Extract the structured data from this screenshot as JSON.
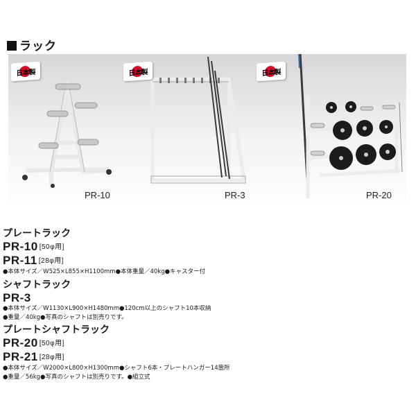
{
  "header": {
    "title": "ラック"
  },
  "flags": {
    "label": "日本製"
  },
  "photos": [
    {
      "model": "PR-10"
    },
    {
      "model": "PR-3"
    },
    {
      "model": "PR-20"
    }
  ],
  "specs": {
    "plate_rack": {
      "category": "プレートラック",
      "models": [
        {
          "code": "PR-10",
          "bore": "[50φ用]"
        },
        {
          "code": "PR-11",
          "bore": "[28φ用]"
        }
      ],
      "lines": [
        "●本体サイズ／W525×L855×H1100mm●本体重量／40kg●キャスター付"
      ]
    },
    "shaft_rack": {
      "category": "シャフトラック",
      "models": [
        {
          "code": "PR-3",
          "bore": ""
        }
      ],
      "lines": [
        "●本体サイズ／W1130×L900×H1480mm●120cm以上のシャフト10本収納",
        "●重量／40kg●写真のシャフトは別売りです。"
      ]
    },
    "plate_shaft_rack": {
      "category": "プレートシャフトラック",
      "models": [
        {
          "code": "PR-20",
          "bore": "[50φ用]"
        },
        {
          "code": "PR-21",
          "bore": "[28φ用]"
        }
      ],
      "lines": [
        "●本体サイズ／W2000×L800×H1300mm●シャフト6本・プレートハンガー14箇所",
        "●重量／56kg●写真のシャフトは別売りです。●組立式"
      ]
    }
  },
  "colors": {
    "frame": "#f2f2f2",
    "plate": "#1b1b1b",
    "flag_sun": "#d0102a"
  }
}
